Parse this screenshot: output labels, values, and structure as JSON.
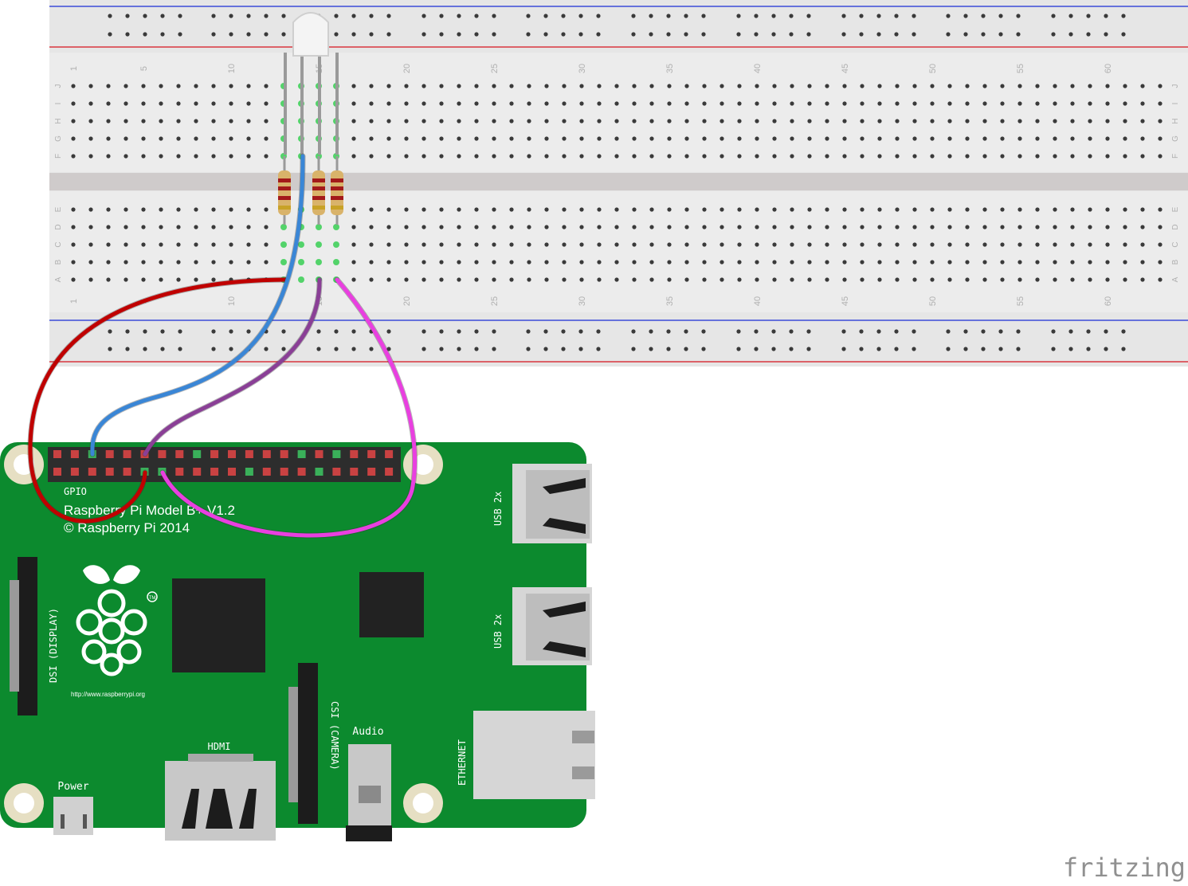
{
  "breadboard": {
    "column_numbers": [
      "1",
      "5",
      "10",
      "15",
      "20",
      "25",
      "30",
      "35",
      "40",
      "45",
      "50",
      "55",
      "60"
    ],
    "row_letters_top": [
      "J",
      "I",
      "H",
      "G",
      "F"
    ],
    "row_letters_bottom": [
      "E",
      "D",
      "C",
      "B",
      "A"
    ]
  },
  "pi": {
    "gpio_label": "GPIO",
    "model_label": "Raspberry Pi Model B+ V1.2",
    "copyright_label": "© Raspberry Pi 2014",
    "url_label": "http://www.raspberrypi.org",
    "trademark": "TM",
    "usb_top_label": "USB 2x",
    "usb_bottom_label": "USB 2x",
    "ethernet_label": "ETHERNET",
    "dsi_label": "DSI (DISPLAY)",
    "csi_label": "CSI (CAMERA)",
    "audio_label": "Audio",
    "hdmi_label": "HDMI",
    "power_label": "Power"
  },
  "wires": [
    {
      "color": "#c00000"
    },
    {
      "color": "#3a86d6"
    },
    {
      "color": "#8a3f96"
    },
    {
      "color": "#e93fe0"
    }
  ],
  "colors": {
    "board_green": "#0c8a2e",
    "breadboard": "#e6e6e6",
    "rail_red": "#d9363e",
    "rail_blue": "#3b4bd8"
  },
  "brand": "fritzing"
}
